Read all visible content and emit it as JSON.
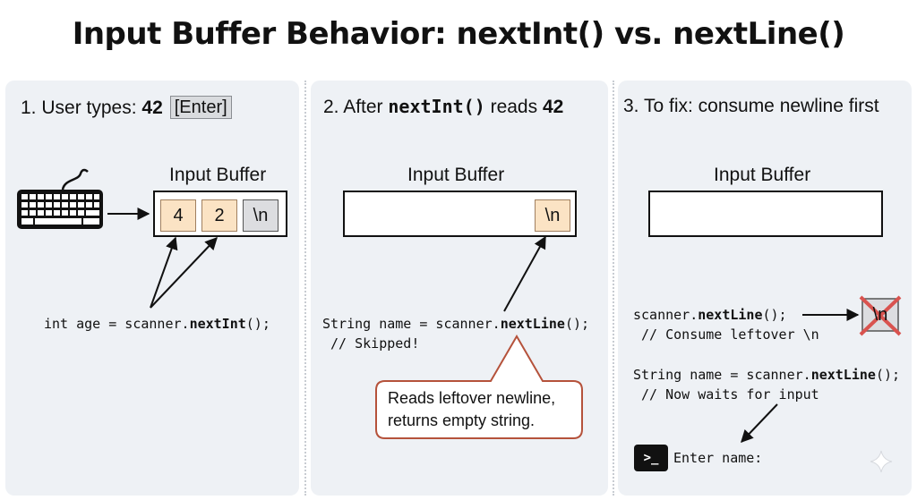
{
  "title": "Input Buffer Behavior: nextInt() vs. nextLine()",
  "panel1": {
    "heading_prefix": "1. User types: ",
    "heading_value": "42",
    "enter_key": "[Enter]",
    "buffer_label": "Input Buffer",
    "cells": [
      "4",
      "2",
      "\\n"
    ],
    "code_plain": "int age = scanner.",
    "code_bold": "nextInt",
    "code_tail": "();"
  },
  "panel2": {
    "heading_prefix": "2. After ",
    "heading_method": "nextInt()",
    "heading_middle": " reads ",
    "heading_value": "42",
    "buffer_label": "Input Buffer",
    "cell": "\\n",
    "code_plain": "String name = scanner.",
    "code_bold": "nextLine",
    "code_tail": "();",
    "comment": " // Skipped!",
    "callout_line1": "Reads leftover newline,",
    "callout_line2": "returns empty string."
  },
  "panel3": {
    "heading": "3. To fix: consume newline first",
    "buffer_label": "Input Buffer",
    "code1_plain": "scanner.",
    "code1_bold": "nextLine",
    "code1_tail": "();",
    "comment1": " // Consume leftover \\n",
    "code2_plain": "String name = scanner.",
    "code2_bold": "nextLine",
    "code2_tail": "();",
    "comment2": " // Now waits for input",
    "removed_cell": "\\n",
    "terminal_icon": ">_",
    "prompt": "Enter name:"
  },
  "colors": {
    "panel_bg": "#eef1f5",
    "cell_orange": "#fbe3c4",
    "cell_gray": "#dcdde0",
    "callout_border": "#b5523b",
    "cross_red": "#d9534f"
  }
}
